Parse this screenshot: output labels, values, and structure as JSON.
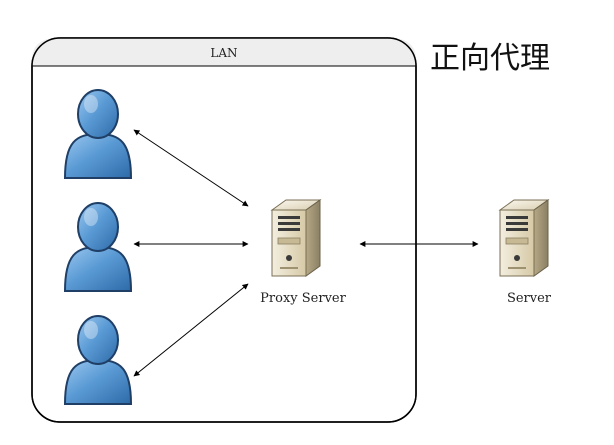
{
  "diagram": {
    "title": "正向代理",
    "lan_label": "LAN",
    "proxy_label": "Proxy Server",
    "server_label": "Server",
    "icons": {
      "client": "user-icon",
      "server": "server-tower-icon"
    },
    "colors": {
      "user_fill": "#5b9bd5",
      "user_outline": "#1f3f66",
      "server_body": "#e8dfc3",
      "server_front": "#d8ccab",
      "line": "#000000"
    }
  }
}
